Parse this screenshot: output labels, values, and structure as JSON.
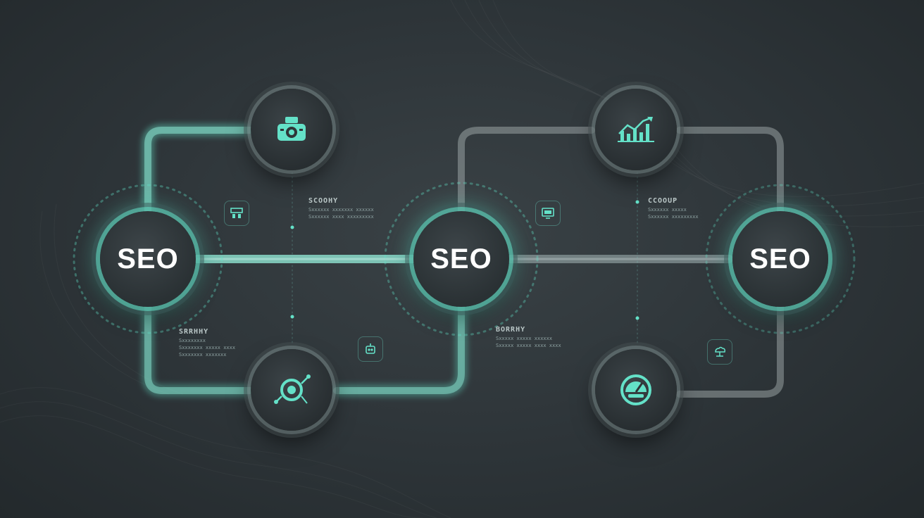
{
  "hubs": [
    {
      "label": "SEO"
    },
    {
      "label": "SEO"
    },
    {
      "label": "SEO"
    }
  ],
  "satellites": {
    "top_left": {
      "icon": "camera-icon"
    },
    "top_right": {
      "icon": "bar-chart-trend-icon"
    },
    "bottom_left": {
      "icon": "target-icon"
    },
    "bottom_right": {
      "icon": "gauge-icon"
    }
  },
  "mini_icons": {
    "upper_left": "dashboard-icon",
    "lower_middle": "robot-icon",
    "upper_right": "monitor-icon",
    "lower_right": "cloud-network-icon"
  },
  "text_blocks": {
    "upper_left": {
      "title": "SCOOHY",
      "lines": [
        "Sxxxxxx xxxxxxx xxxxxx",
        "Sxxxxxx xxxx xxxxxxxxx"
      ]
    },
    "upper_right": {
      "title": "CCOOUP",
      "lines": [
        "Sxxxxxx xxxxx",
        "Sxxxxxx xxxxxxxxx"
      ]
    },
    "lower_left": {
      "title": "SRRHHY",
      "lines": [
        "Sxxxxxxxx",
        "Sxxxxxxx xxxxx xxxx",
        "Sxxxxxxx xxxxxxx"
      ]
    },
    "lower_right": {
      "title": "BORRHY",
      "lines": [
        "Sxxxxx xxxxx xxxxxx",
        "Sxxxxx xxxxx xxxx xxxx"
      ]
    }
  },
  "colors": {
    "accent": "#64e1c8",
    "background": "#2d3438",
    "node_fill": "#2f3639"
  }
}
